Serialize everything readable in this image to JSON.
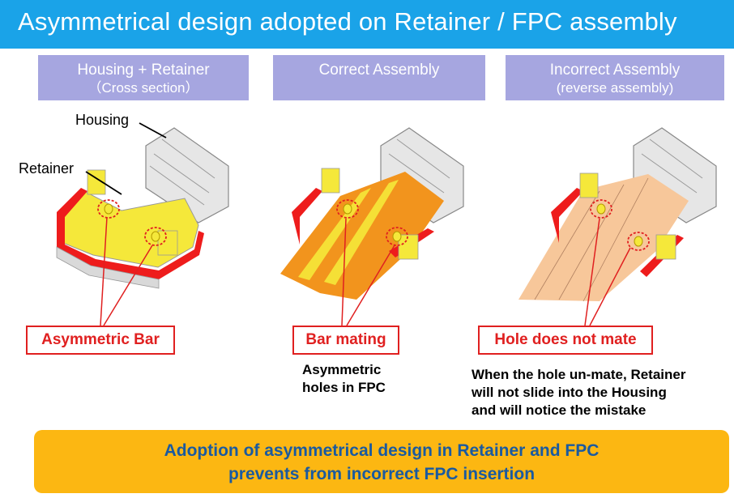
{
  "title": "Asymmetrical design adopted on Retainer / FPC assembly",
  "columns": [
    {
      "label": "Housing + Retainer",
      "sublabel": "（Cross section）"
    },
    {
      "label": "Correct Assembly",
      "sublabel": ""
    },
    {
      "label": "Incorrect Assembly",
      "sublabel": "(reverse assembly)"
    }
  ],
  "labels": {
    "housing": "Housing",
    "retainer": "Retainer"
  },
  "callouts": {
    "asymmetric_bar": "Asymmetric Bar",
    "bar_mating": "Bar mating",
    "hole_not_mate": "Hole does not mate"
  },
  "notes": {
    "asymmetric_holes": [
      "Asymmetric",
      "holes in FPC"
    ],
    "unmate": [
      "When the hole un-mate, Retainer",
      "will not slide into the Housing",
      "and will notice the mistake"
    ]
  },
  "banner": [
    "Adoption of asymmetrical design in Retainer and FPC",
    "prevents from incorrect FPC insertion"
  ],
  "colors": {
    "title_bg": "#1aa3e8",
    "header_bg": "#a6a6e0",
    "callout_red": "#e02020",
    "banner_bg": "#fcb712",
    "banner_text": "#1a5aa0",
    "fpc_orange": "#f2941d",
    "retainer_yellow": "#f5e83a"
  },
  "icons": [
    "connector-cross-section-figure",
    "connector-correct-assembly-figure",
    "connector-incorrect-assembly-figure"
  ]
}
